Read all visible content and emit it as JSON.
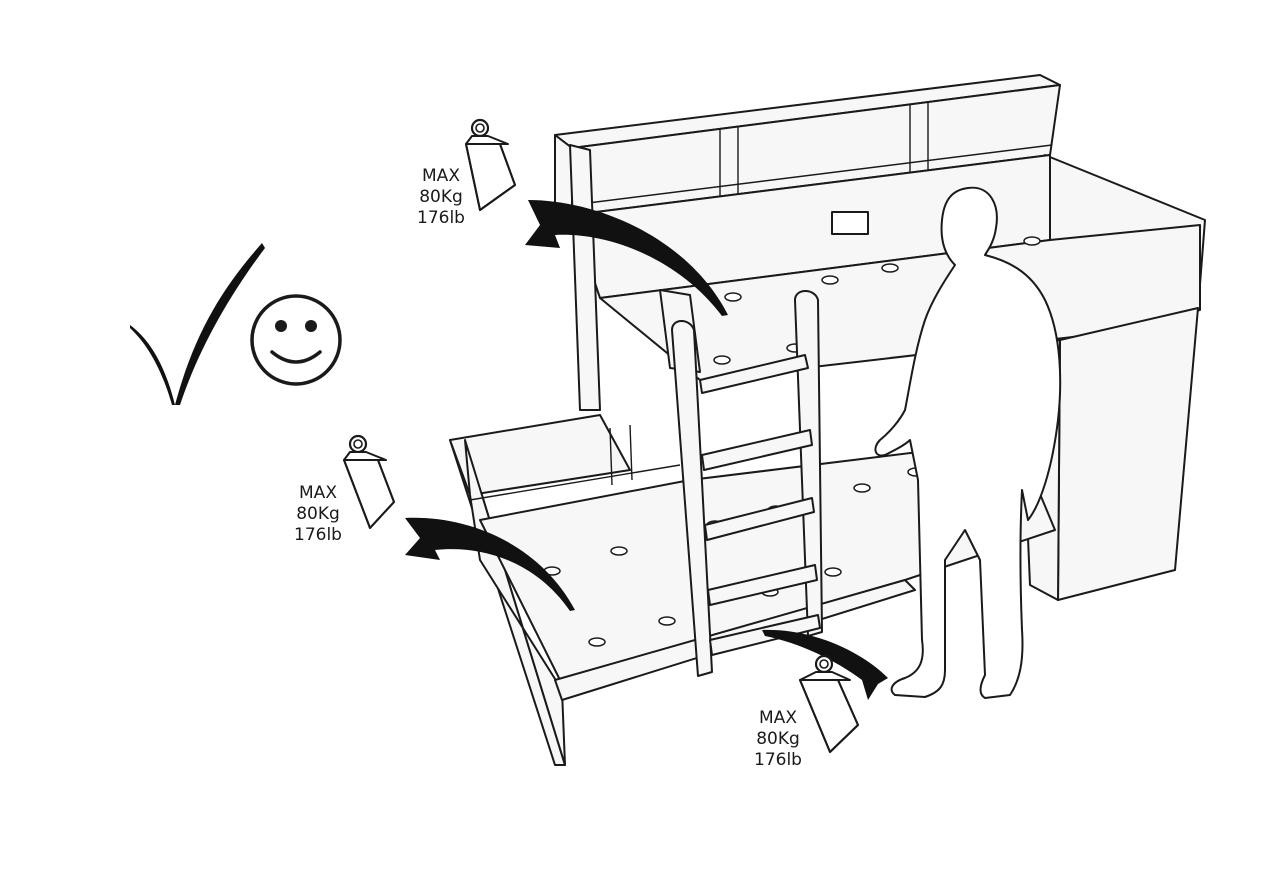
{
  "weight_labels": [
    {
      "max": "MAX",
      "kg": "80Kg",
      "lb": "176lb"
    },
    {
      "max": "MAX",
      "kg": "80Kg",
      "lb": "176lb"
    },
    {
      "max": "MAX",
      "kg": "80Kg",
      "lb": "176lb"
    }
  ],
  "icons": {
    "approval": "check-mark-icon",
    "mood": "smiley-face-icon",
    "weight": "weight-icon"
  },
  "colors": {
    "line": "#1a1a1a",
    "panel": "#f7f7f7",
    "arrow": "#111111"
  }
}
